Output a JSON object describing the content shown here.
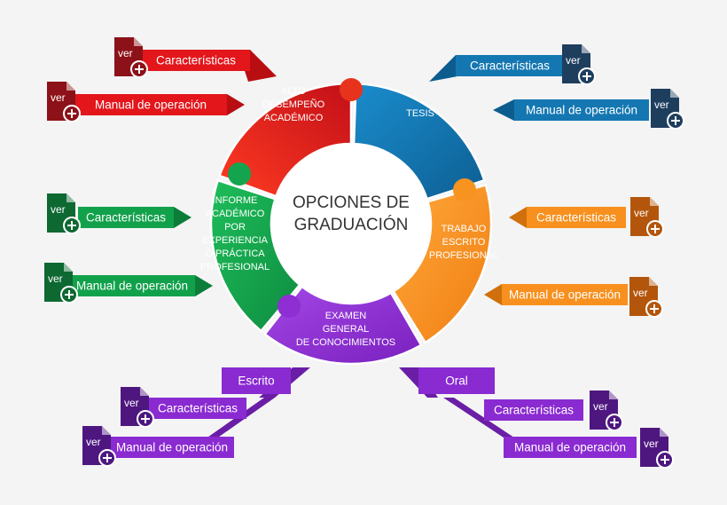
{
  "center": {
    "line1": "OPCIONES DE",
    "line2": "GRADUACIÓN"
  },
  "colors": {
    "red": "#e3161b",
    "red_dark": "#b80e12",
    "red_icon": "#8d1118",
    "blue": "#1477b2",
    "blue_dark": "#0c5d8e",
    "blue_icon": "#1e3e5e",
    "orange": "#f7901e",
    "orange_dark": "#d0700c",
    "orange_icon": "#b3560c",
    "purple": "#8a2ad1",
    "purple_dark": "#6a1ea6",
    "purple_icon": "#4e1780",
    "green": "#12a14b",
    "green_dark": "#0c7d39",
    "green_icon": "#0d6832"
  },
  "segments": {
    "alto": [
      "ALTO",
      "DESEMPEÑO",
      "ACADÉMICO"
    ],
    "tesis": [
      "TESIS"
    ],
    "trabajo": [
      "TRABAJO",
      "ESCRITO",
      "PROFESIONAL"
    ],
    "examen": [
      "EXAMEN",
      "GENERAL",
      "DE CONOCIMIENTOS"
    ],
    "informe": [
      "INFORME",
      "ACADÉMICO",
      "POR",
      "EXPERIENCIA",
      "O  PRÁCTICA",
      "PROFESIONAL"
    ]
  },
  "labels": {
    "caracteristicas": "Características",
    "manual": "Manual de operación",
    "escrito": "Escrito",
    "oral": "Oral",
    "ver": "ver"
  },
  "icons": {
    "document": "document-icon",
    "plus": "plus-circle-icon"
  }
}
